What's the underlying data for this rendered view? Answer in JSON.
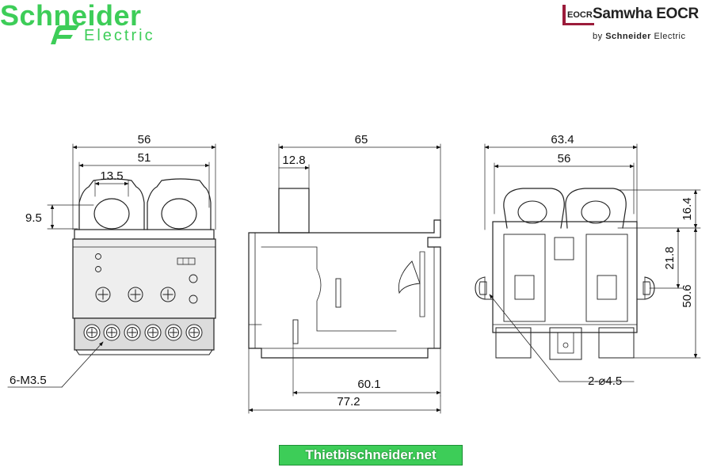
{
  "brand_left": {
    "name": "Schneider",
    "sub": "Electric",
    "color": "#3dcd58"
  },
  "brand_right": {
    "badge": "EOCR",
    "name": "Samwha EOCR",
    "by_prefix": "by",
    "by_brand": "Schneider",
    "by_suffix": "Electric",
    "accent": "#9b1b3a"
  },
  "views": {
    "front": {
      "overall_width": "56",
      "window_span": "51",
      "window_width": "13.5",
      "window_height": "9.5",
      "screw_callout": "6-M3.5"
    },
    "side": {
      "overall_depth": "65",
      "post_width": "12.8",
      "base_depth": "60.1",
      "total_depth": "77.2"
    },
    "rear": {
      "overall_width": "63.4",
      "mount_span": "56",
      "top_offset": "16.4",
      "hole_offset": "21.8",
      "overall_height": "50.6",
      "hole_callout": "2-⌀4.5"
    }
  },
  "footer": {
    "website": "Thietbischneider.net"
  }
}
